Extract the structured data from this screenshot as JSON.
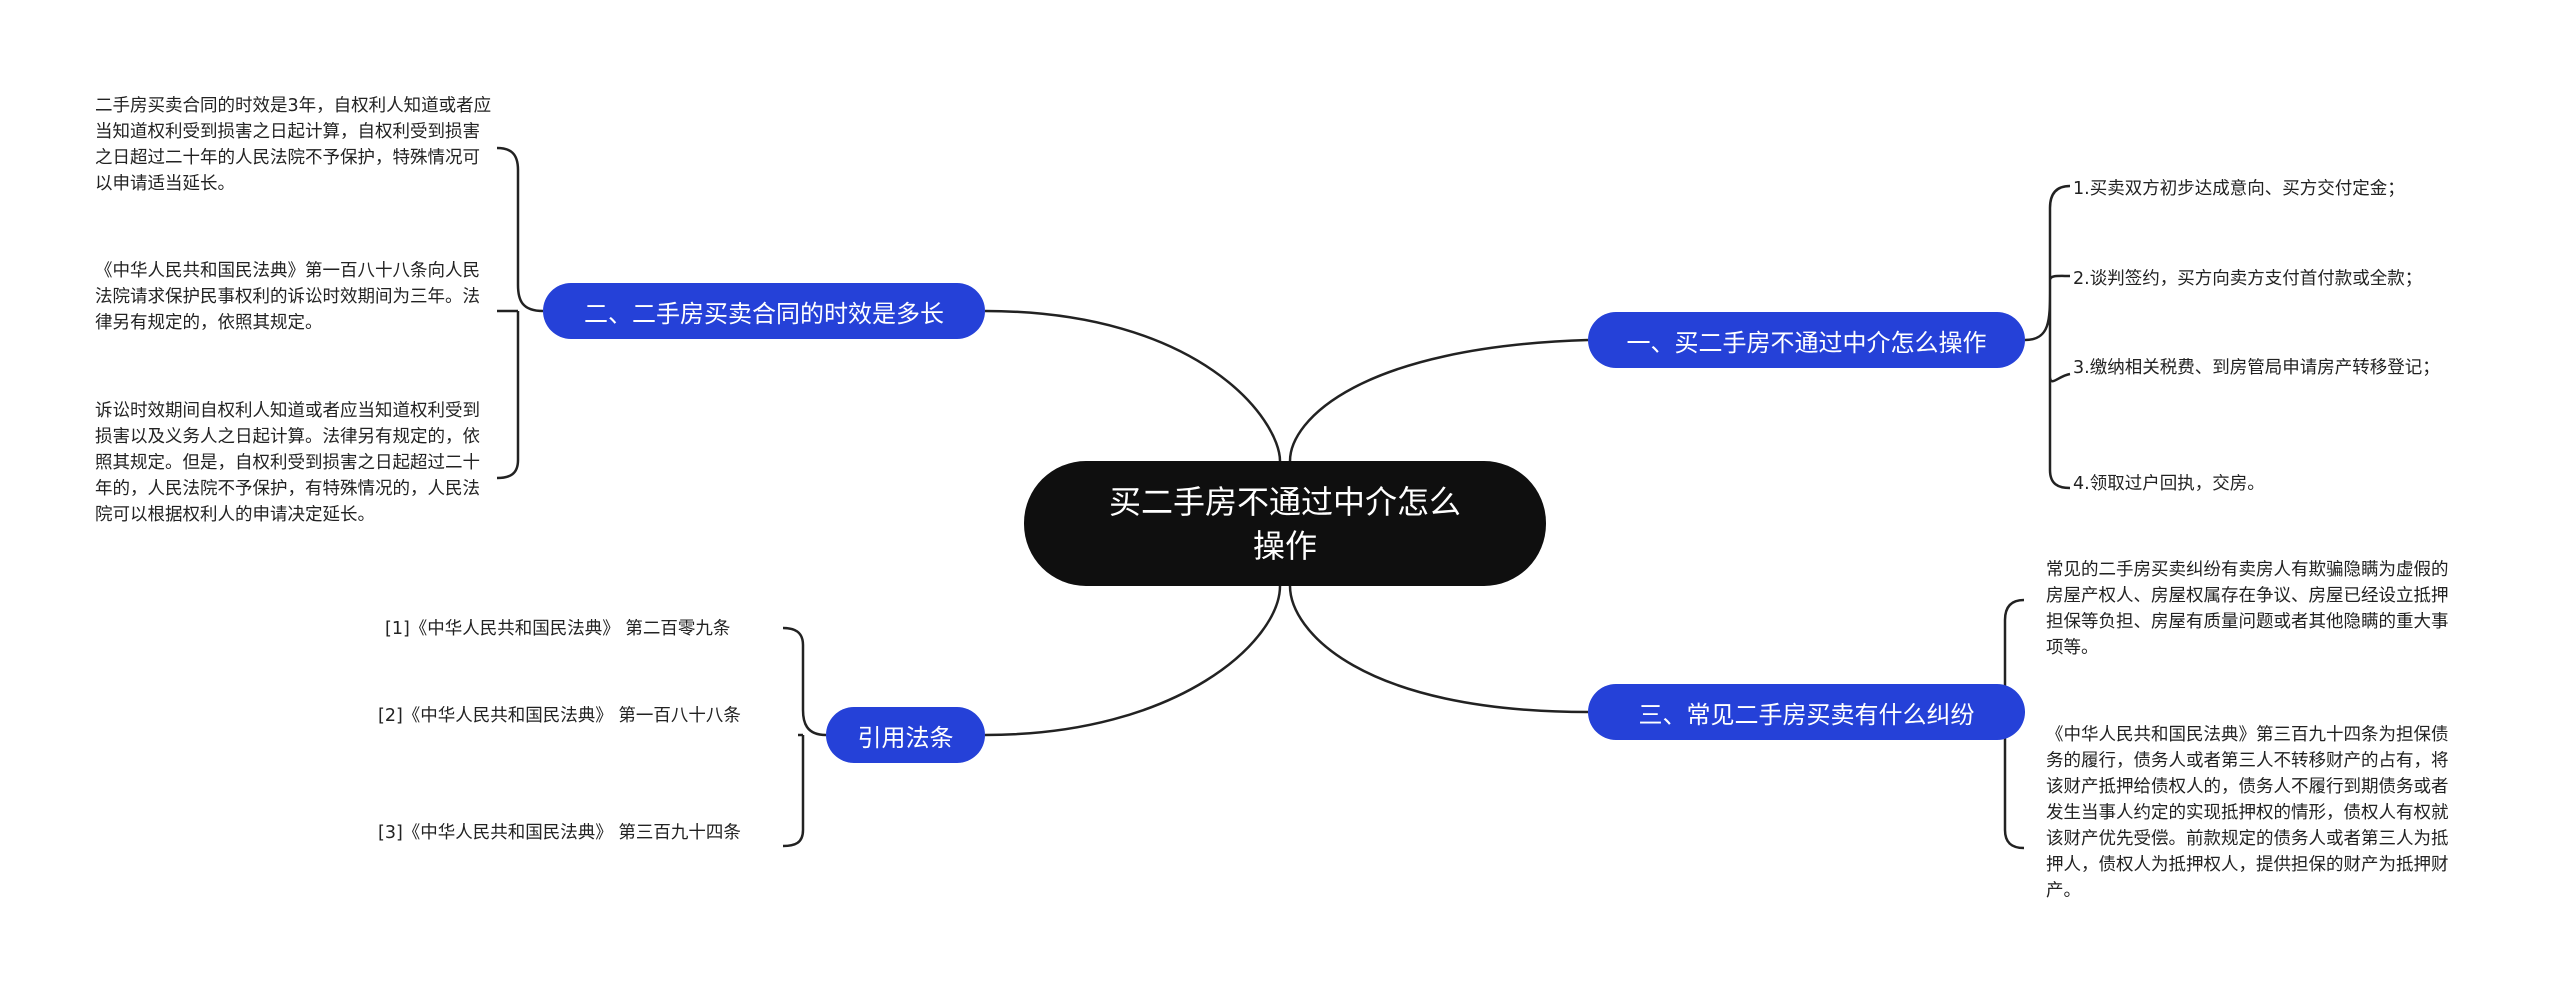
{
  "root": {
    "title": "买二手房不通过中介怎么操作"
  },
  "branches": [
    {
      "label": "一、买二手房不通过中介怎么操作"
    },
    {
      "label": "二、二手房买卖合同的时效是多长"
    },
    {
      "label": "三、常见二手房买卖有什么纠纷"
    },
    {
      "label": "引用法条"
    }
  ],
  "leaves": {
    "operate": [
      "1.买卖双方初步达成意向、买方交付定金；",
      "2.谈判签约，买方向卖方支付首付款或全款；",
      "3.缴纳相关税费、到房管局申请房产转移登记；",
      "4.领取过户回执，交房。"
    ],
    "term": [
      "二手房买卖合同的时效是3年，自权利人知道或者应当知道权利受到损害之日起计算，自权利受到损害之日超过二十年的人民法院不予保护，特殊情况可以申请适当延长。",
      "《中华人民共和国民法典》第一百八十八条向人民法院请求保护民事权利的诉讼时效期间为三年。法律另有规定的，依照其规定。",
      "诉讼时效期间自权利人知道或者应当知道权利受到损害以及义务人之日起计算。法律另有规定的，依照其规定。但是，自权利受到损害之日起超过二十年的，人民法院不予保护，有特殊情况的，人民法院可以根据权利人的申请决定延长。"
    ],
    "dispute": [
      "常见的二手房买卖纠纷有卖房人有欺骗隐瞒为虚假的房屋产权人、房屋权属存在争议、房屋已经设立抵押担保等负担、房屋有质量问题或者其他隐瞒的重大事项等。",
      "《中华人民共和国民法典》第三百九十四条为担保债务的履行，债务人或者第三人不转移财产的占有，将该财产抵押给债权人的，债务人不履行到期债务或者发生当事人约定的实现抵押权的情形，债权人有权就该财产优先受偿。前款规定的债务人或者第三人为抵押人，债权人为抵押权人，提供担保的财产为抵押财产。"
    ],
    "laws": [
      "[1]《中华人民共和国民法典》 第二百零九条",
      "[2]《中华人民共和国民法典》 第一百八十八条",
      "[3]《中华人民共和国民法典》 第三百九十四条"
    ]
  },
  "colors": {
    "root_bg": "#0f0f0f",
    "branch_bg": "#2541d8",
    "line": "#222222",
    "text": "#222222"
  }
}
